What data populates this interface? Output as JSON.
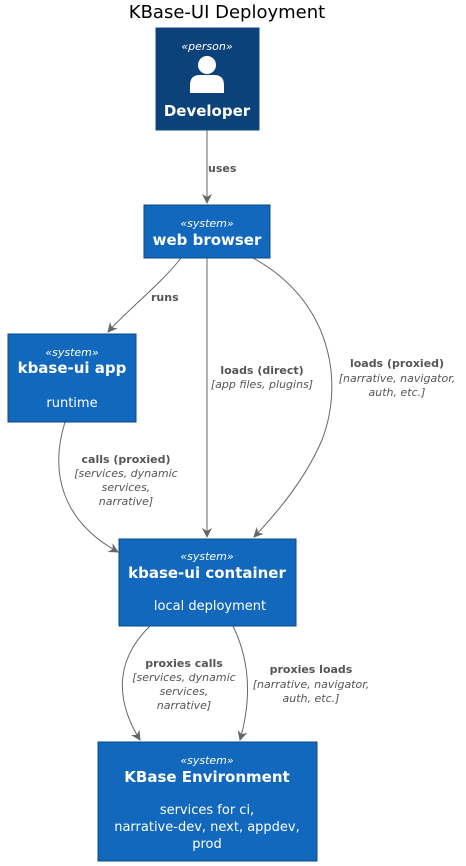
{
  "title": "KBase-UI Deployment",
  "colors": {
    "person_fill": "#0c427a",
    "system_fill": "#1168bd",
    "border": "#0b4884",
    "edge": "#666666",
    "edge_text": "#555555"
  },
  "nodes": {
    "developer": {
      "stereotype": "«person»",
      "name": "Developer",
      "icon": "person-icon"
    },
    "web_browser": {
      "stereotype": "«system»",
      "name": "web browser"
    },
    "kbase_ui_app": {
      "stereotype": "«system»",
      "name": "kbase-ui app",
      "description": "runtime"
    },
    "kbase_ui_container": {
      "stereotype": "«system»",
      "name": "kbase-ui container",
      "description": "local deployment"
    },
    "kbase_environment": {
      "stereotype": "«system»",
      "name": "KBase Environment",
      "description_lines": [
        "services for ci,",
        "narrative-dev, next, appdev,",
        "prod"
      ]
    }
  },
  "edges": {
    "uses": {
      "label": "uses"
    },
    "runs": {
      "label": "runs"
    },
    "loads_direct": {
      "label": "loads (direct)",
      "tech": "[app files, plugins]"
    },
    "loads_proxied": {
      "label": "loads (proxied)",
      "tech_lines": [
        "[narrative, navigator,",
        "auth, etc.]"
      ]
    },
    "calls_proxied": {
      "label": "calls (proxied)",
      "tech_lines": [
        "[services, dynamic",
        "services,",
        "narrative]"
      ]
    },
    "proxies_calls": {
      "label": "proxies calls",
      "tech_lines": [
        "[services, dynamic",
        "services,",
        "narrative]"
      ]
    },
    "proxies_loads": {
      "label": "proxies loads",
      "tech_lines": [
        "[narrative, navigator,",
        "auth, etc.]"
      ]
    }
  }
}
